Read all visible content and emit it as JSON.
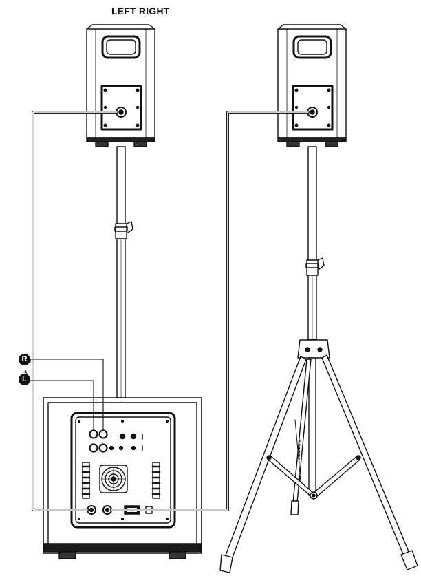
{
  "title": "LEFT RIGHT",
  "inputs": {
    "right_badge": "R",
    "left_badge": "L",
    "marker": "*"
  }
}
